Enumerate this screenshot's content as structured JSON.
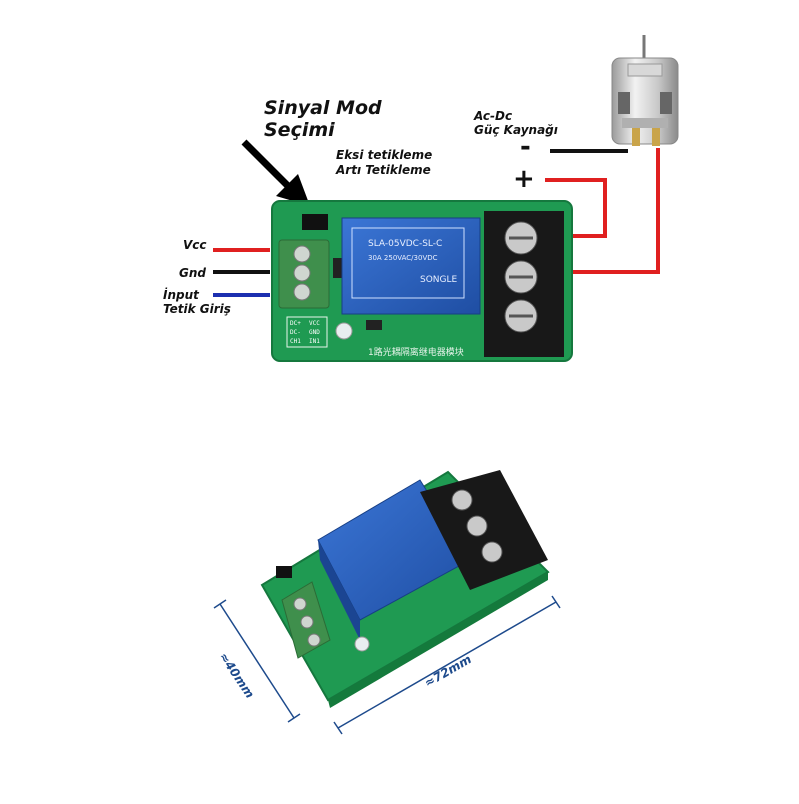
{
  "labels": {
    "signal_mode_line1": "Sinyal Mod",
    "signal_mode_line2": "Seçimi",
    "negative_trigger": "Eksi tetikleme",
    "positive_trigger": "Artı Tetikleme",
    "acdc_line1": "Ac-Dc",
    "acdc_line2": "Güç Kaynağı",
    "minus": "-",
    "plus": "+",
    "vcc": "Vcc",
    "gnd": "Gnd",
    "input_line1": "İnput",
    "input_line2": "Tetik Giriş"
  },
  "board": {
    "relay_text_1": "SLA-05VDC-SL-C",
    "relay_text_2": "30A 250VAC/30VDC",
    "relay_brand": "SONGLE",
    "pin_dc_plus": "DC+",
    "pin_dc_minus": "DC-",
    "pin_ch1": "CH1",
    "pin_vcc": "VCC",
    "pin_gnd": "GND",
    "pin_in1": "IN1",
    "pcb_text": "1路光耦隔离继电器模块"
  },
  "dimensions": {
    "width": "≈40mm",
    "length": "≈72mm"
  },
  "colors": {
    "pcb_green": "#1f9a52",
    "relay_blue": "#2a5db8",
    "terminal_green": "#3f8f4c",
    "wire_red": "#e02020",
    "wire_black": "#111111",
    "wire_blue": "#1c2fb0"
  }
}
